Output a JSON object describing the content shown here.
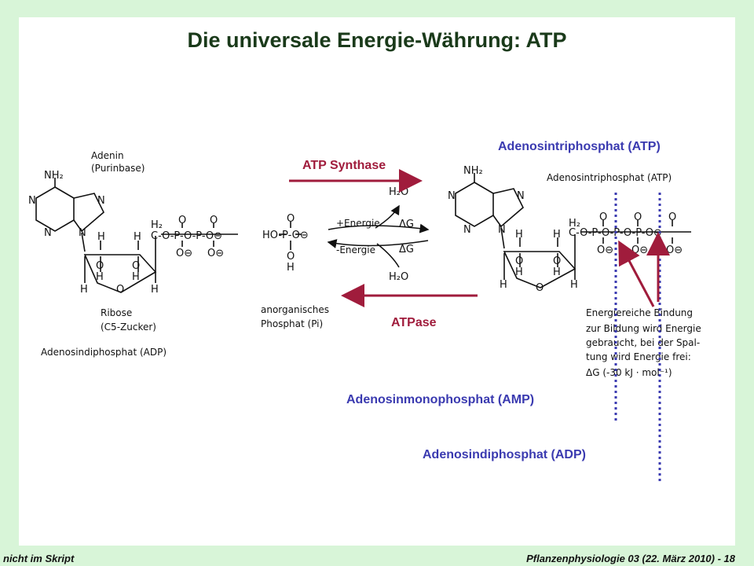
{
  "title": "Die universale Energie-Währung: ATP",
  "labels": {
    "atp_synthase": "ATP Synthase",
    "atpase": "ATPase",
    "atp_name": "Adenosintriphosphat (ATP)",
    "amp_name": "Adenosinmonophosphat (AMP)",
    "adp_name": "Adenosindiphosphat (ADP)"
  },
  "figure_left": {
    "adenin_1": "Adenin",
    "adenin_2": "(Purinbase)",
    "ribose_1": "Ribose",
    "ribose_2": "(C5-Zucker)",
    "adp_caption": "Adenosindiphosphat (ADP)"
  },
  "figure_center": {
    "plus_energie": "+Energie",
    "minus_energie": "-Energie",
    "phosphat_1": "anorganisches",
    "phosphat_2": "Phosphat (Pi)"
  },
  "figure_right": {
    "atp_caption": "Adenosintriphosphat (ATP)",
    "note_1": "Energiereiche Bindung",
    "note_2": "zur Bildung wird Energie",
    "note_3": "gebraucht, bei der Spal-",
    "note_4": "tung wird Energie frei:",
    "note_5": "ΔG (-30 kJ · mol⁻¹)"
  },
  "footer": {
    "left": "nicht im Skript",
    "right": "Pflanzenphysiologie 03 (22. März 2010) - 18"
  },
  "colors": {
    "accent_blue": "#3a3ab0",
    "accent_red": "#a01c3c",
    "frame_green": "#d8f5d8"
  }
}
